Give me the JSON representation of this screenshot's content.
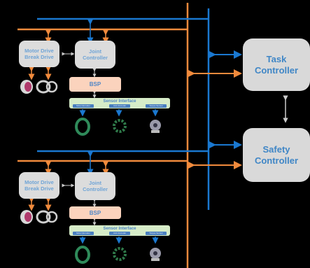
{
  "controllers": {
    "task": [
      "Task",
      "Controller"
    ],
    "safety": [
      "Safety",
      "Controller"
    ]
  },
  "joint_modules": [
    {
      "motor_drive": [
        "Motor Drive",
        "Break Drive"
      ],
      "joint_controller": [
        "Joint",
        "Controller"
      ],
      "bsp": "BSP",
      "sensor_interface": {
        "title": "Sensor Interface",
        "sensors": [
          "Motor Encoder",
          "Joint Encoder",
          "Torque Sensor"
        ]
      }
    },
    {
      "motor_drive": [
        "Motor Drive",
        "Break Drive"
      ],
      "joint_controller": [
        "Joint",
        "Controller"
      ],
      "bsp": "BSP",
      "sensor_interface": {
        "title": "Sensor Interface",
        "sensors": [
          "Motor Encoder",
          "Joint Encoder",
          "Torque Sensor"
        ]
      }
    }
  ],
  "colors": {
    "blue_bus": "#1a78d0",
    "orange_bus": "#f08a3c",
    "box_gray": "#dcdcdc",
    "bsp_peach": "#fbd3bd",
    "sensor_green": "#d6ecc8",
    "label_blue": "#4f86c6"
  }
}
